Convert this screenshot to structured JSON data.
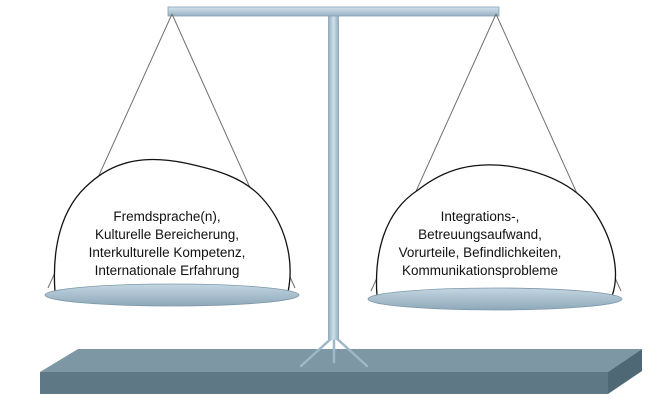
{
  "left_pan": {
    "lines": [
      "Fremdsprache(n),",
      "Kulturelle Bereicherung,",
      "Interkulturelle Kompetenz,",
      "Internationale Erfahrung"
    ]
  },
  "right_pan": {
    "lines": [
      "Integrations-,",
      "Betreuungsaufwand,",
      "Vorurteile, Befindlichkeiten,",
      "Kommunikationsprobleme"
    ]
  },
  "colors": {
    "beam": "#a9c2d2",
    "pole": "#a9c2d2",
    "pan": "#a9c2d2",
    "base_top": "#7d97a5",
    "base_front": "#5e7886",
    "string": "#707070"
  }
}
